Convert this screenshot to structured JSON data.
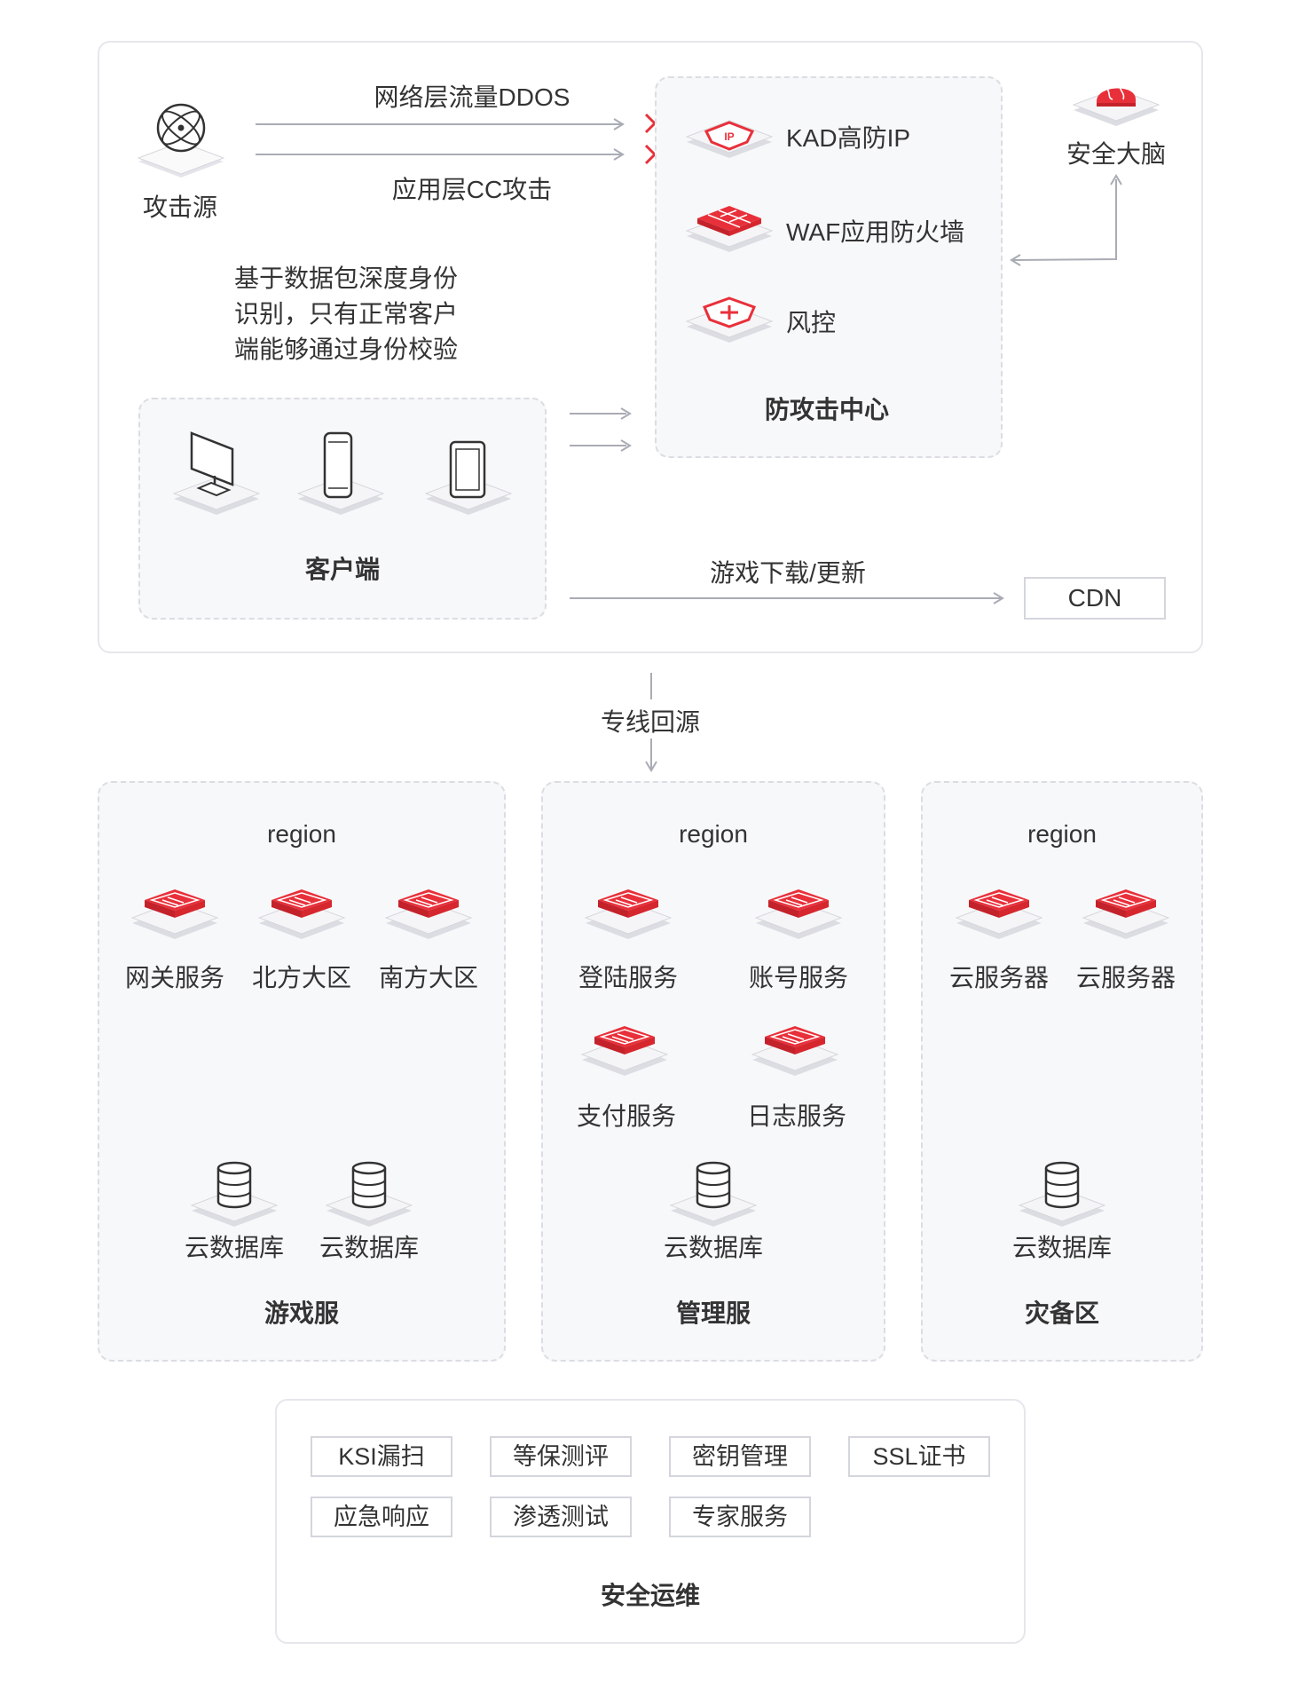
{
  "top": {
    "attack_source_label": "攻击源",
    "ddos_label": "网络层流量DDOS",
    "cc_label": "应用层CC攻击",
    "identity_note": [
      "基于数据包深度身份",
      "识别，只有正常客户",
      "端能够通过身份校验"
    ],
    "defense_center": {
      "title": "防攻击中心",
      "items": [
        "KAD高防IP",
        "WAF应用防火墙",
        "风控"
      ]
    },
    "brain_label": "安全大脑",
    "client_label": "客户端",
    "download_label": "游戏下载/更新",
    "cdn_label": "CDN"
  },
  "link_label": "专线回源",
  "regions": [
    {
      "region_label": "region",
      "title": "游戏服",
      "services": [
        "网关服务",
        "北方大区",
        "南方大区"
      ],
      "databases": [
        "云数据库",
        "云数据库"
      ]
    },
    {
      "region_label": "region",
      "title": "管理服",
      "services": [
        "登陆服务",
        "账号服务",
        "支付服务",
        "日志服务"
      ],
      "databases": [
        "云数据库"
      ]
    },
    {
      "region_label": "region",
      "title": "灾备区",
      "services": [
        "云服务器",
        "云服务器"
      ],
      "databases": [
        "云数据库"
      ]
    }
  ],
  "ops": {
    "title": "安全运维",
    "tags": [
      "KSI漏扫",
      "等保测评",
      "密钥管理",
      "SSL证书",
      "应急响应",
      "渗透测试",
      "专家服务"
    ]
  },
  "colors": {
    "accent": "#e8303a",
    "arrow": "#a9acb4",
    "border": "#e6e7ec"
  },
  "icons": [
    "globe-icon",
    "shield-ip-icon",
    "firewall-icon",
    "shield-cross-icon",
    "brain-icon",
    "monitor-icon",
    "phone-icon",
    "tablet-icon",
    "server-icon",
    "database-icon"
  ]
}
